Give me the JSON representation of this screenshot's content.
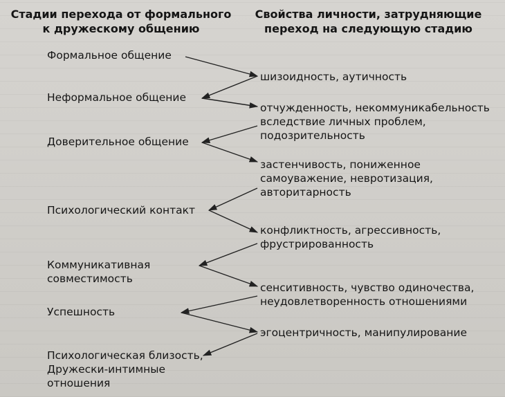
{
  "headers": {
    "left": "Стадии перехода от формального к дружескому общению",
    "right": "Свойства личности, затрудняющие переход на следующую стадию"
  },
  "stages": [
    "Формальное общение",
    "Неформальное общение",
    "Доверительное общение",
    "Психологический контакт",
    "Коммуникативная совместимость",
    "Успешность",
    "Психологическая близость, Дружески-интимные отношения"
  ],
  "properties": [
    "шизоидность, аутичность",
    "отчужденность, некоммуникабельность вследствие личных проблем, подозрительность",
    "застенчивость, пониженное самоуважение, невротизация, авторитарность",
    "конфликтность, агрессивность, фрустрированность",
    "сенситивность, чувство одиночества, неудовлетворенность отношениями",
    "эгоцентричность, манипулирование"
  ]
}
